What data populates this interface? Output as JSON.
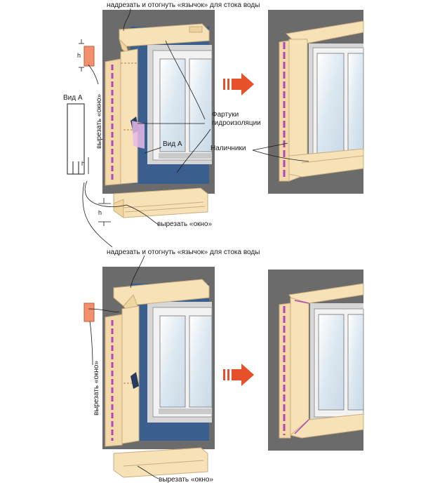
{
  "labels": {
    "top_note": "надрезать и отогнуть «язычок» для стока воды",
    "mid_note": "надрезать и отогнуть «язычок» для стока воды",
    "view_a": "Вид А",
    "view_a_pointer": "Вид А",
    "h": "h",
    "cut_window_vertical_top": "вырезать «окно»",
    "cut_window_vertical_bottom": "вырезать «окно»",
    "cut_window_bottom_top": "вырезать «окно»",
    "cut_window_bottom_bottom": "вырезать «окно»",
    "flashings_line1": "Фартуки",
    "flashings_line2": "гидроизоляции",
    "casings": "Наличники"
  },
  "colors": {
    "wall": "#6b6b6b",
    "membrane": "#3a5f8f",
    "trim": "#f7e2b8",
    "trim_stroke": "#c9ad7e",
    "purple": "#b046b8",
    "frame": "#e9e9e9",
    "glass": "#dde9f2",
    "arrow": "#e8502a"
  }
}
